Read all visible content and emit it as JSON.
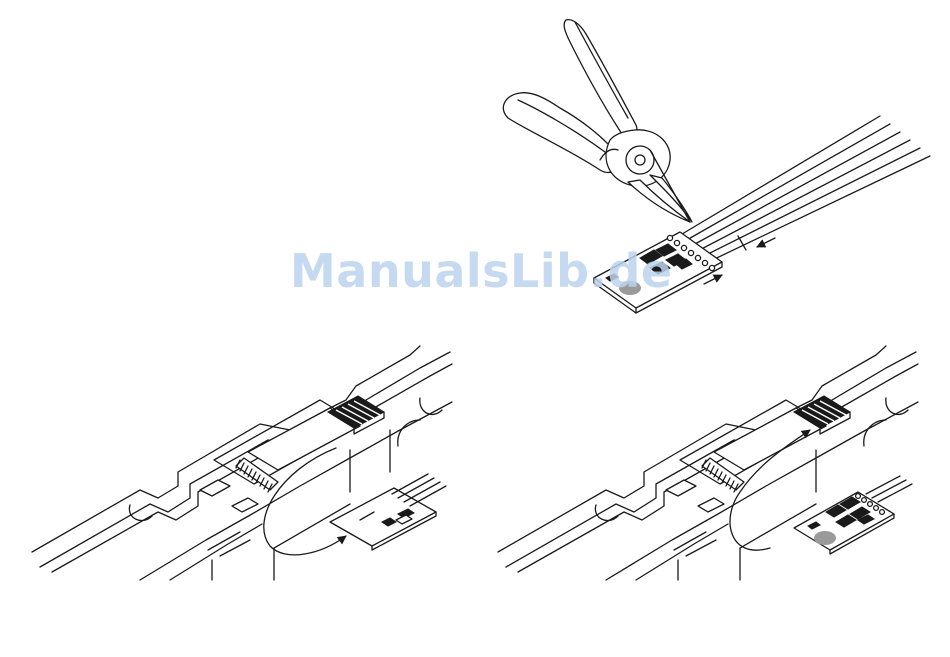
{
  "watermark": {
    "text": "ManualsLib.de"
  },
  "panels": [
    {
      "id": "cut-wires",
      "description_icon": "side-cutter-pliers-icon"
    },
    {
      "id": "fold-decoder-out",
      "description_icon": "decoder-board-icon"
    },
    {
      "id": "decoder-installed",
      "description_icon": "decoder-board-icon"
    }
  ],
  "colors": {
    "line": "#1a1a1a",
    "fill": "#ffffff",
    "pad": "#9a9a9a",
    "watermark": "#bcd3ee"
  }
}
